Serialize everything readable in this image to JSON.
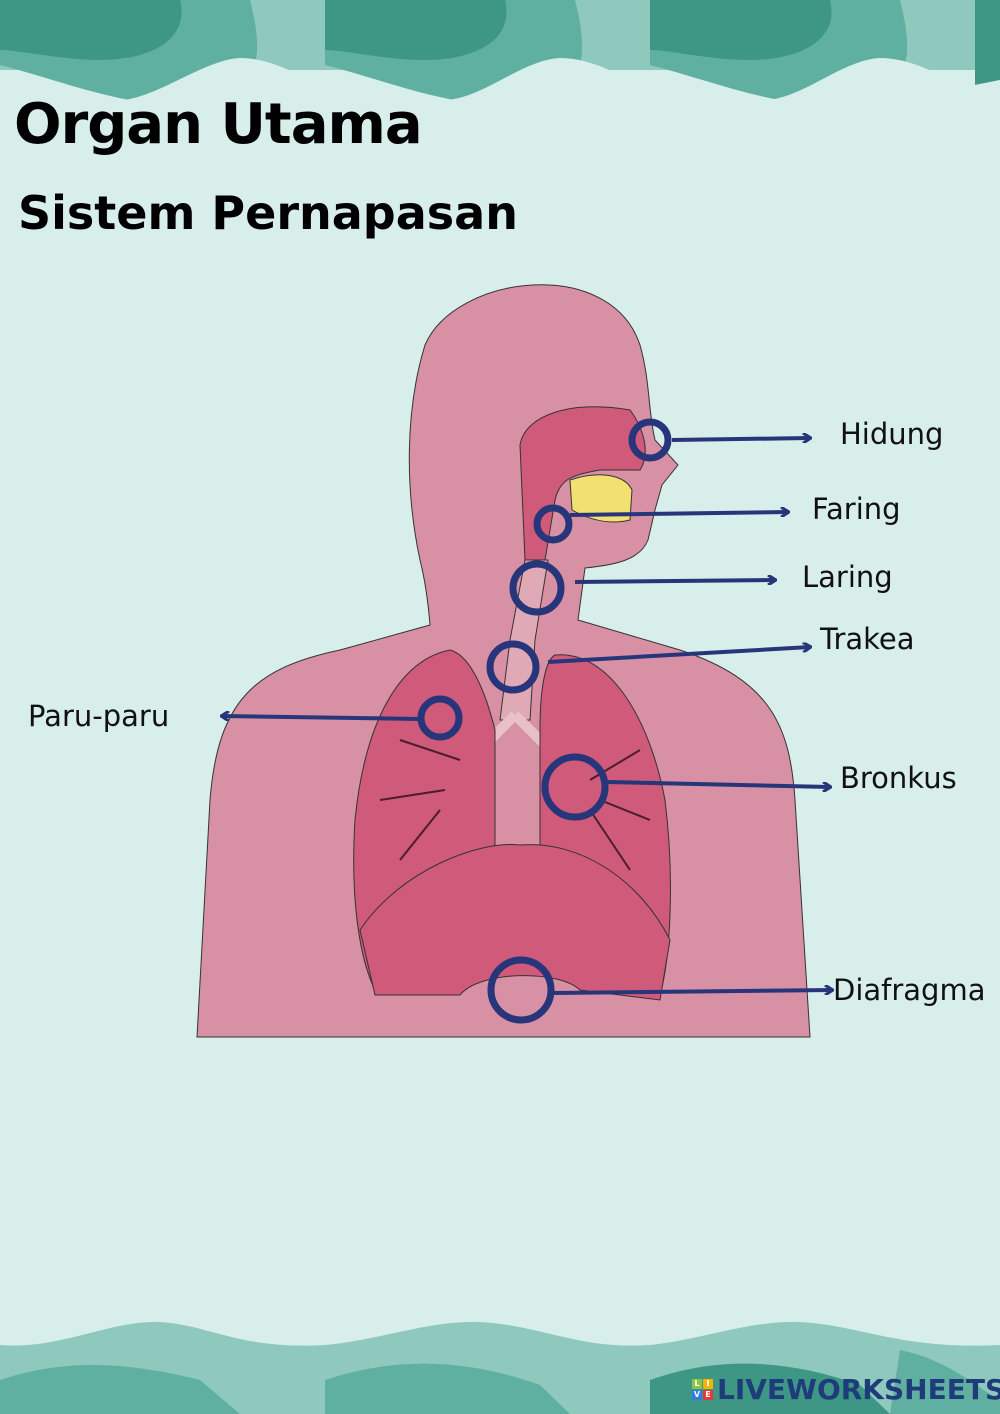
{
  "title": {
    "line1": "Organ Utama",
    "line2": "Sistem Pernapasan"
  },
  "labels": {
    "hidung": "Hidung",
    "faring": "Faring",
    "laring": "Laring",
    "trakea": "Trakea",
    "paru_paru": "Paru-paru",
    "bronkus": "Bronkus",
    "diafragma": "Diafragma"
  },
  "logo": {
    "text": "LIVEWORKSHEETS",
    "badge_letters": [
      "L",
      "I",
      "V",
      "E"
    ]
  },
  "colors": {
    "background": "#d8eeeb",
    "wave_dark": "#3e9785",
    "wave_mid": "#5fb0a1",
    "wave_light": "#8fc9bd",
    "body": "#d890a4",
    "organ": "#cf5a7a",
    "marker": "#27357a"
  }
}
